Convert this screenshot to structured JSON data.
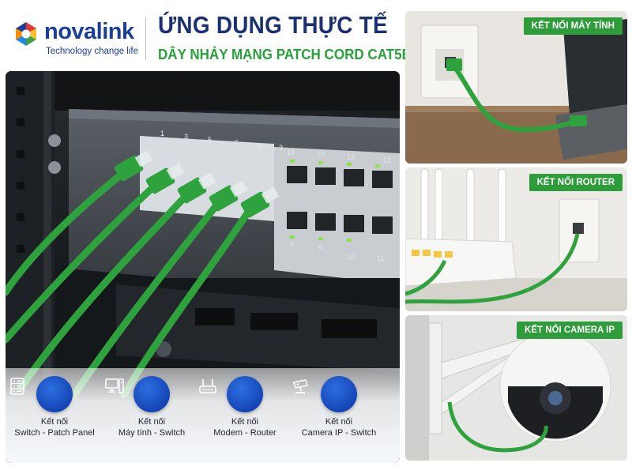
{
  "header": {
    "brand_name": "novalink",
    "brand_slogan": "Technology change life",
    "title": "ỨNG DỤNG THỰC TẾ",
    "subtitle": "DÂY NHẢY MẠNG PATCH CORD CAT5E"
  },
  "colors": {
    "brand_blue": "#1b3f97",
    "title_navy": "#1b3170",
    "accent_green": "#2e9c3b",
    "icon_blue": "#1445b6"
  },
  "main_photo": {
    "port_labels_top": [
      "1",
      "3",
      "5",
      "5",
      "S",
      "3",
      "18",
      "19",
      "12",
      "12"
    ],
    "port_labels_bottom": [
      "4",
      "6",
      "10",
      "11"
    ]
  },
  "applications": [
    {
      "icon": "switch-patch-panel-icon",
      "line1": "Kết nối",
      "line2": "Switch - Patch Panel"
    },
    {
      "icon": "computer-icon",
      "line1": "Kết nối",
      "line2": "Máy tính - Switch"
    },
    {
      "icon": "router-icon",
      "line1": "Kết nối",
      "line2": "Modem - Router"
    },
    {
      "icon": "camera-icon",
      "line1": "Kết nối",
      "line2": "Camera IP - Switch"
    }
  ],
  "panels": [
    {
      "badge": "KẾT NỐI MÁY TÍNH"
    },
    {
      "badge": "KẾT NỐI ROUTER"
    },
    {
      "badge": "KẾT NỐI CAMERA IP"
    }
  ]
}
